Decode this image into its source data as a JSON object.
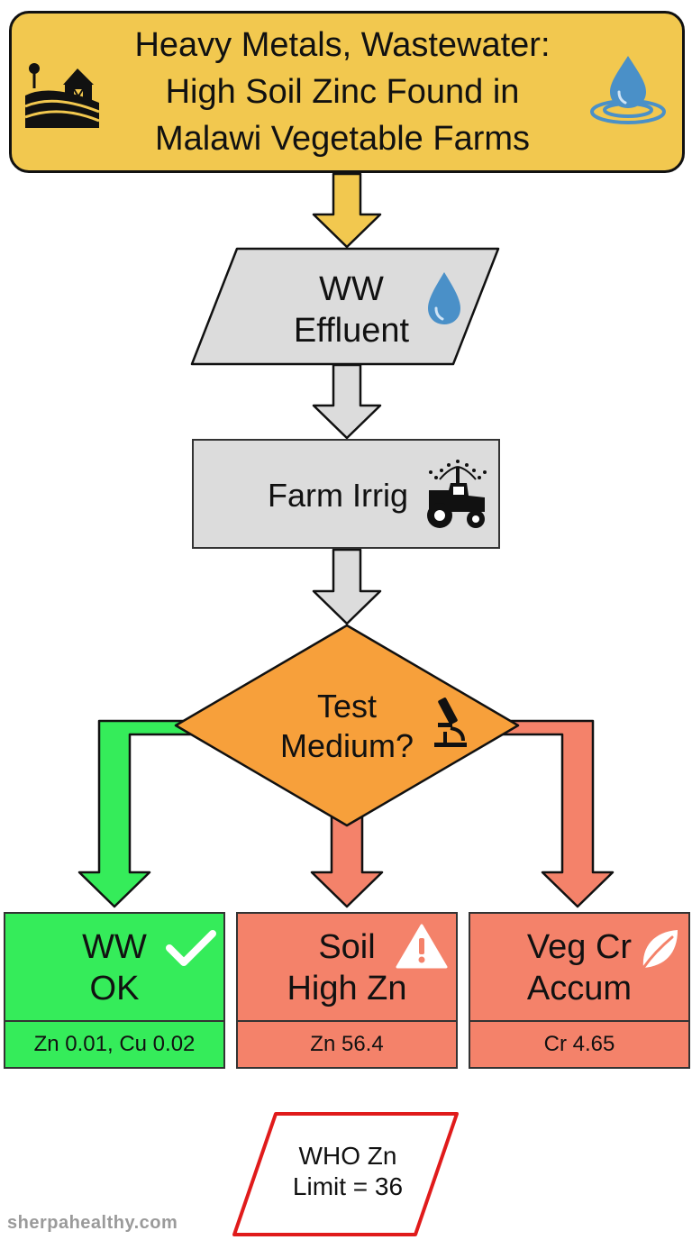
{
  "title": {
    "lines": [
      "Heavy Metals, Wastewater:",
      "High Soil Zinc Found in",
      "Malawi Vegetable Farms"
    ]
  },
  "nodes": {
    "effluent": {
      "lines": [
        "WW",
        "Effluent"
      ]
    },
    "irrigation": {
      "label": "Farm Irrig"
    },
    "test": {
      "lines": [
        "Test",
        "Medium?"
      ]
    }
  },
  "results": [
    {
      "id": "ww",
      "lines": [
        "WW",
        "OK"
      ],
      "value": "Zn 0.01, Cu 0.02",
      "status": "ok"
    },
    {
      "id": "soil",
      "lines": [
        "Soil",
        "High Zn"
      ],
      "value": "Zn 56.4",
      "status": "warning"
    },
    {
      "id": "veg",
      "lines": [
        "Veg Cr",
        "Accum"
      ],
      "value": "Cr 4.65",
      "status": "warning"
    }
  ],
  "who_limit": {
    "lines": [
      "WHO Zn",
      "Limit = 36"
    ]
  },
  "watermark": "sherpahealthy.com",
  "colors": {
    "title_bg": "#f2c84f",
    "gray_box": "#dcdcdc",
    "decision": "#f7a03b",
    "ok_green": "#35ec5a",
    "alert_red": "#f4826a",
    "who_border": "#e01b1b",
    "water_blue": "#4a90c8"
  },
  "icons": {
    "farm": "farm-barn-icon",
    "water": "water-drop-icon",
    "tractor": "tractor-sprinkler-icon",
    "microscope": "microscope-icon",
    "check": "checkmark-icon",
    "warning": "warning-triangle-icon",
    "leaf": "leaf-icon"
  }
}
